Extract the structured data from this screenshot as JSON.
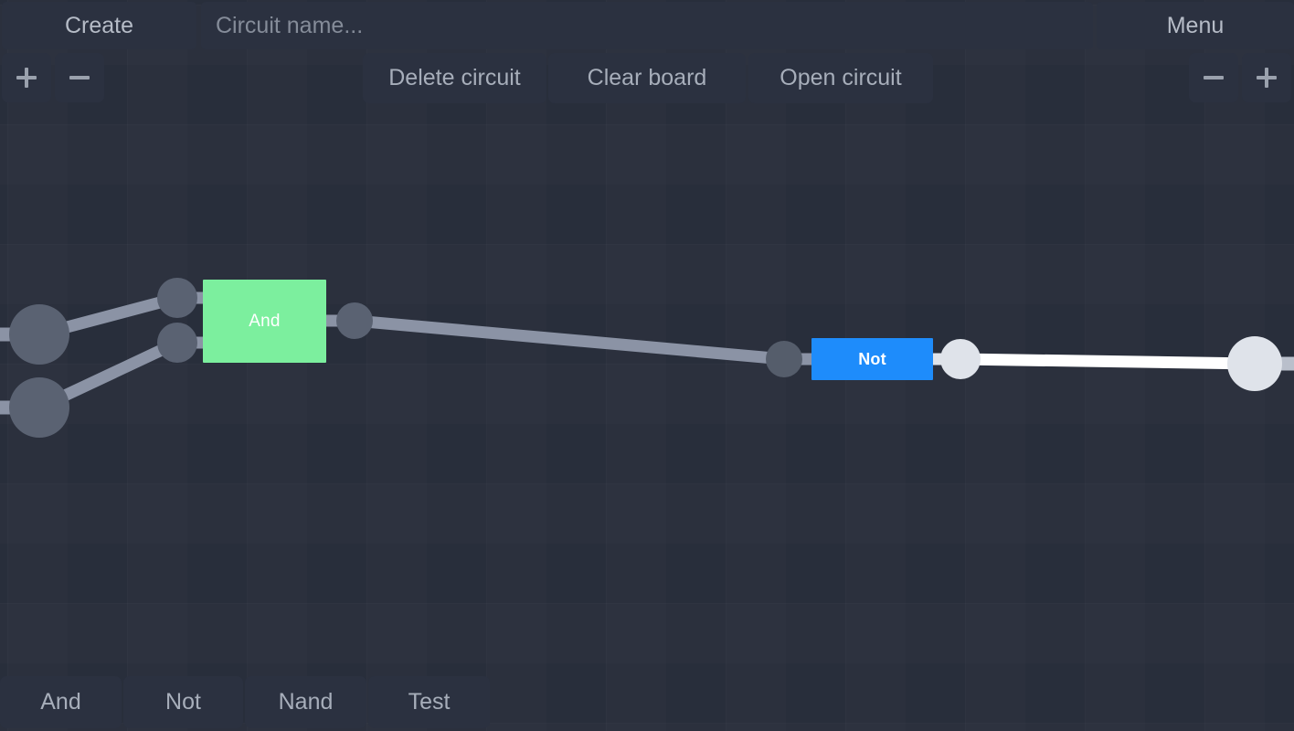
{
  "app": {
    "background_color": "#282e3b",
    "panel_color": "#2b3140"
  },
  "toolbar_top": {
    "create_label": "Create",
    "menu_label": "Menu",
    "circuit_name": {
      "value": "",
      "placeholder": "Circuit name..."
    },
    "zoom_left": {
      "plus_label": "+",
      "minus_label": "-"
    },
    "zoom_right": {
      "minus_label": "-",
      "plus_label": "+"
    },
    "actions": [
      {
        "label": "Delete circuit"
      },
      {
        "label": "Clear board"
      },
      {
        "label": "Open circuit"
      }
    ]
  },
  "toolbar_bottom": {
    "gates": [
      {
        "label": "And"
      },
      {
        "label": "Not"
      },
      {
        "label": "Nand"
      },
      {
        "label": "Test"
      }
    ]
  },
  "board": {
    "gates": [
      {
        "id": "and-gate",
        "label": "And",
        "color": "#7cef9e",
        "text_color": "#ffffff",
        "state": "off"
      },
      {
        "id": "not-gate",
        "label": "Not",
        "color": "#1e8cfb",
        "text_color": "#ffffff",
        "state": "on"
      }
    ],
    "nodes": [
      {
        "id": "input-a",
        "state": "off",
        "color": "#5a6272"
      },
      {
        "id": "input-b",
        "state": "off",
        "color": "#5a6272"
      },
      {
        "id": "and-in-1",
        "state": "off",
        "color": "#5a6272"
      },
      {
        "id": "and-in-2",
        "state": "off",
        "color": "#5a6272"
      },
      {
        "id": "and-out",
        "state": "off",
        "color": "#5a6272"
      },
      {
        "id": "not-in",
        "state": "off",
        "color": "#5a6272"
      },
      {
        "id": "not-out",
        "state": "on",
        "color": "#dfe3ea"
      },
      {
        "id": "output-sink",
        "state": "on",
        "color": "#dfe3ea"
      }
    ],
    "wire_colors": {
      "off": "#8b93a5",
      "on": "#ffffff"
    }
  }
}
